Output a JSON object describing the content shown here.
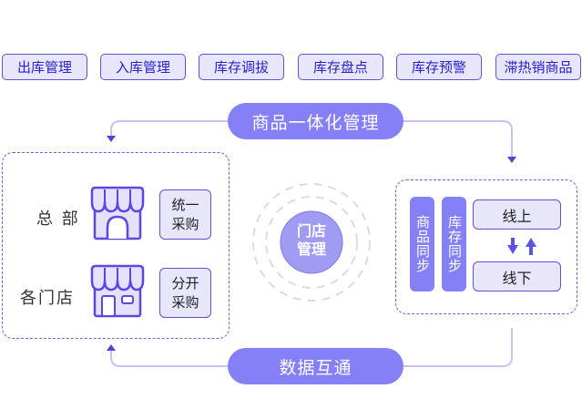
{
  "top_tags": [
    "出库管理",
    "入库管理",
    "库存调拔",
    "库存盘点",
    "库存预警",
    "滞热销商品"
  ],
  "top_pill": "商品一体化管理",
  "bottom_pill": "数据互通",
  "left_panel": {
    "rows": [
      {
        "label": "总 部",
        "store_icon": "store-arched-door-icon",
        "box_line1": "统一",
        "box_line2": "采购"
      },
      {
        "label": "各门店",
        "store_icon": "store-door-window-icon",
        "box_line1": "分开",
        "box_line2": "采购"
      }
    ]
  },
  "center": {
    "line1": "门店",
    "line2": "管理"
  },
  "right_panel": {
    "bars": [
      "商品同步",
      "库存同步"
    ],
    "online": "线上",
    "offline": "线下"
  },
  "colors": {
    "accent": "#8580f5",
    "border": "#5b52d6",
    "fill": "#e7e6fb",
    "arrow": "#5a3fd6",
    "connector": "#c8c2f2"
  }
}
